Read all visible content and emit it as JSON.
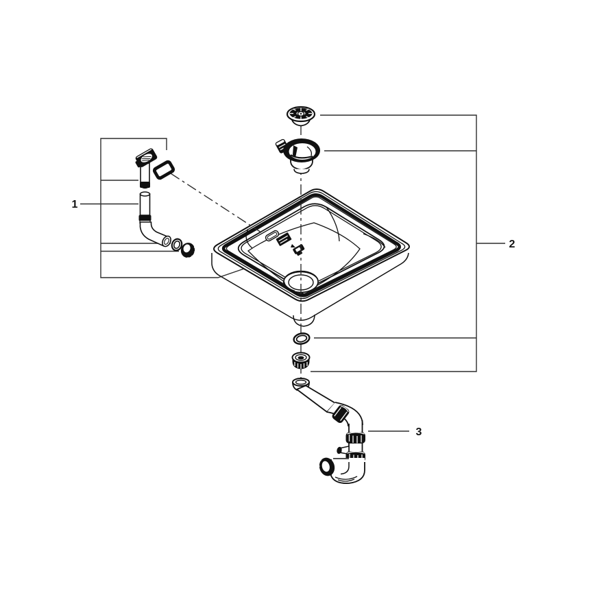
{
  "diagram": {
    "kind": "exploded-parts-diagram",
    "subject": "kitchen-sink-with-drain-overflow-and-trap",
    "background_color": "#ffffff",
    "line_color": "#111111",
    "callouts": [
      {
        "label": "1",
        "part_name": "overflow-assembly"
      },
      {
        "label": "2",
        "part_name": "strainer-waste-set"
      },
      {
        "label": "3",
        "part_name": "siphon-trap"
      }
    ]
  }
}
